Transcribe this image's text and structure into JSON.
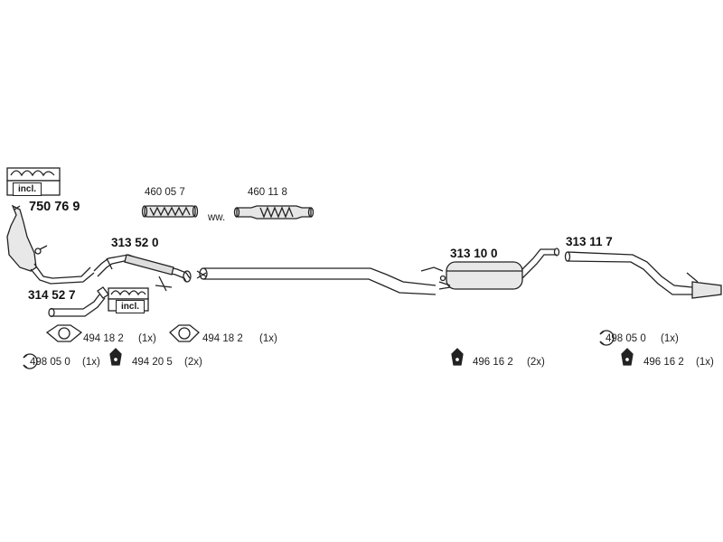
{
  "parts": {
    "p750769": "750 76 9",
    "p314527": "314 52 7",
    "p313520": "313 52 0",
    "p460057": "460 05 7",
    "p460118": "460 11 8",
    "alt": "ww.",
    "p313100": "313 10 0",
    "p313117": "313 11 7"
  },
  "badges": {
    "incl_top": "incl.",
    "incl_mid": "incl."
  },
  "accessories": {
    "a1_num": "494 18 2",
    "a1_qty": "(1x)",
    "a2_num": "494 18 2",
    "a2_qty": "(1x)",
    "a3_num": "498 05 0",
    "a3_qty": "(1x)",
    "a4_num": "494 20 5",
    "a4_qty": "(2x)",
    "a5_num": "496 16 2",
    "a5_qty": "(2x)",
    "a6_num": "498 05 0",
    "a6_qty": "(1x)",
    "a7_num": "496 16 2",
    "a7_qty": "(1x)"
  }
}
